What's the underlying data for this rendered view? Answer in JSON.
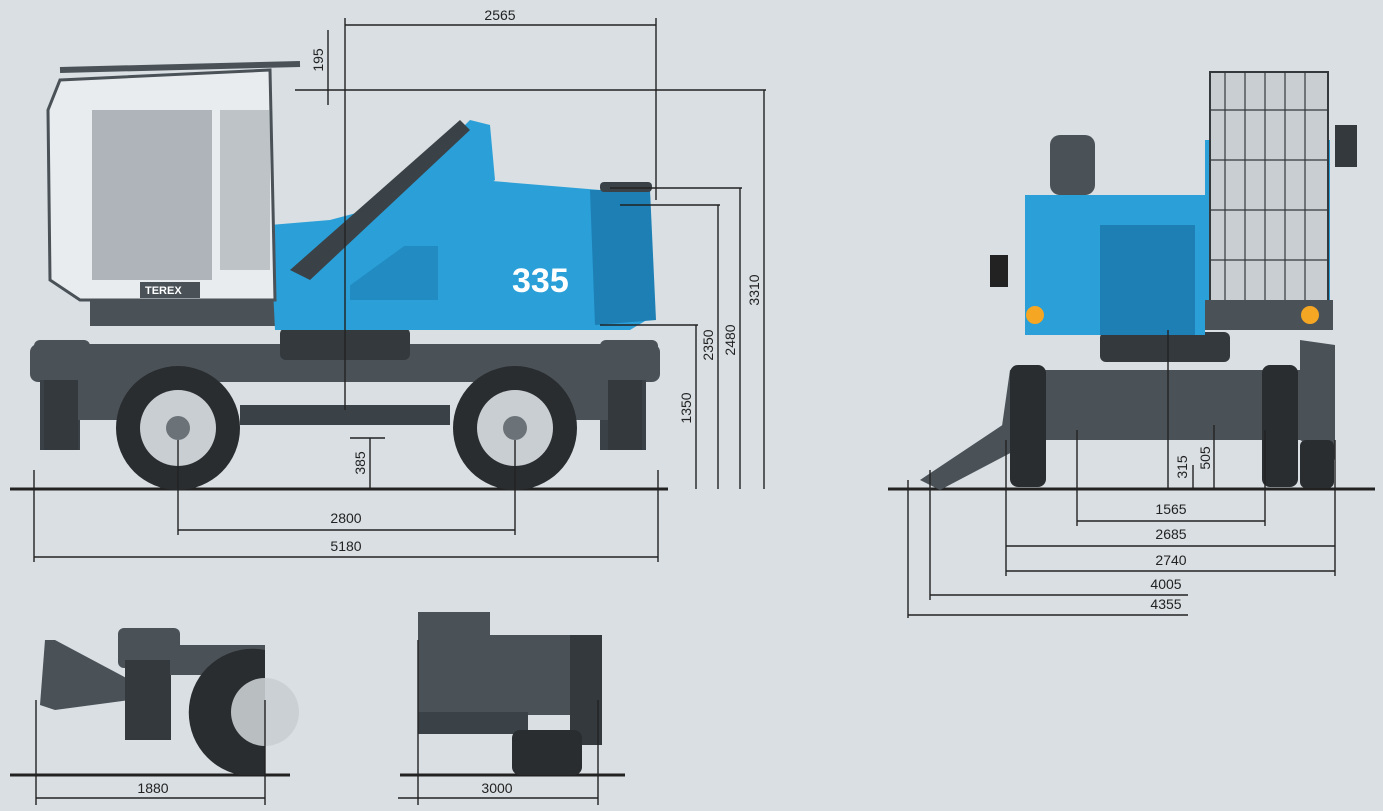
{
  "colors": {
    "background": "#d9dfe3",
    "machine_blue": "#2a9fd8",
    "machine_blue_dark": "#1d7fb4",
    "frame_gray": "#4a5258",
    "frame_dark": "#33393d",
    "tire": "#2a2d30",
    "rim": "#c9ced2",
    "cab": "#e9ecef",
    "line": "#222222"
  },
  "brand": {
    "logo_text": "TEREX",
    "model_number": "335"
  },
  "side_view": {
    "dimensions": {
      "top_width": "2565",
      "cab_offset": "195",
      "total_height": "3310",
      "engine_height": "2480",
      "hood_height": "2350",
      "chassis_height": "1350",
      "ground_clearance": "385",
      "wheelbase": "2800",
      "total_length": "5180"
    }
  },
  "front_view": {
    "dimensions": {
      "step_height": "315",
      "axle_height": "505",
      "wheel_track": "1565",
      "axle_width": "2685",
      "outrigger_width": "2740",
      "stance_a": "4005",
      "stance_b": "4355"
    }
  },
  "detail_views": {
    "outrigger_width": "1880",
    "blade_width": "3000"
  }
}
